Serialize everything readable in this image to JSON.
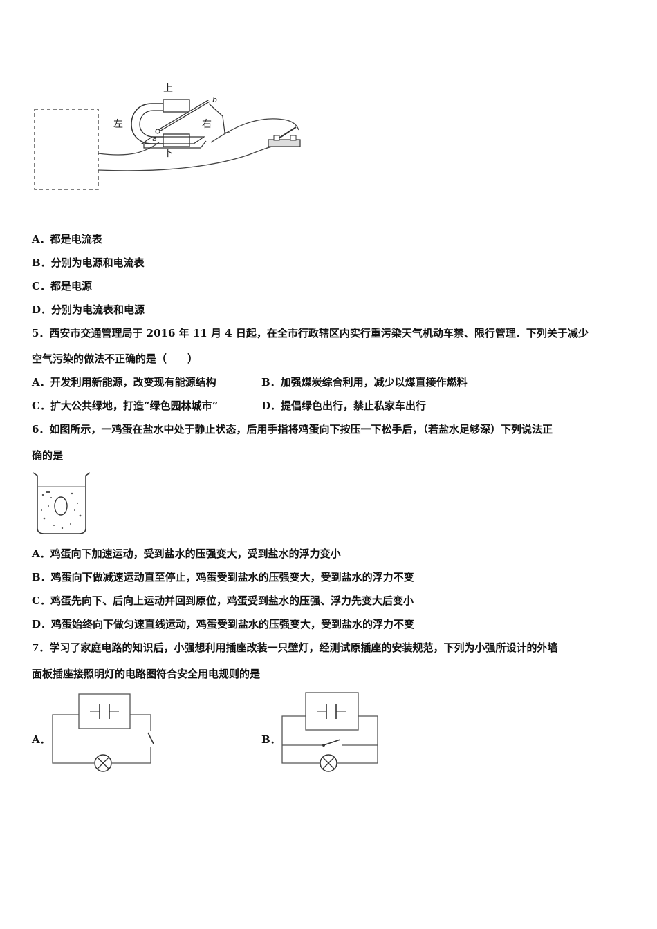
{
  "figure_top": {
    "labels": {
      "up": "上",
      "down": "下",
      "left": "左",
      "right": "右",
      "a": "a",
      "b": "b"
    }
  },
  "q4_options": [
    "A．都是电流表",
    "B．分别为电源和电流表",
    "C．都是电源",
    "D．分别为电流表和电源"
  ],
  "q5": {
    "line1": "5．西安市交通管理局于 2016 年 11 月 4 日起，在全市行政辖区内实行重污染天气机动车禁、限行管理．下列关于减少",
    "line2": "空气污染的做法不正确的是（　　）",
    "options": [
      "A．开发利用新能源，改变现有能源结构",
      "B．加强煤炭综合利用，减少以煤直接作燃料",
      "C．扩大公共绿地，打造“绿色园林城市”",
      "D．提倡绿色出行，禁止私家车出行"
    ]
  },
  "q6": {
    "line1": "6．如图所示，一鸡蛋在盐水中处于静止状态，后用手指将鸡蛋向下按压一下松手后，（若盐水足够深）下列说法正",
    "line2": "确的是",
    "options": [
      "A．鸡蛋向下加速运动，受到盐水的压强变大，受到盐水的浮力变小",
      "B．鸡蛋向下做减速运动直至停止，鸡蛋受到盐水的压强变大，受到盐水的浮力不变",
      "C．鸡蛋先向下、后向上运动并回到原位，鸡蛋受到盐水的压强、浮力先变大后变小",
      "D．鸡蛋始终向下做匀速直线运动，鸡蛋受到盐水的压强变大，受到盐水的浮力不变"
    ]
  },
  "q7": {
    "line1": "7．学习了家庭电路的知识后，小强想利用插座改装一只壁灯，经测试原插座的安装规范，下列为小强所设计的外墙",
    "line2": "面板插座接照明灯的电路图符合安全用电规则的是",
    "option_labels": [
      "A．",
      "B．"
    ]
  }
}
